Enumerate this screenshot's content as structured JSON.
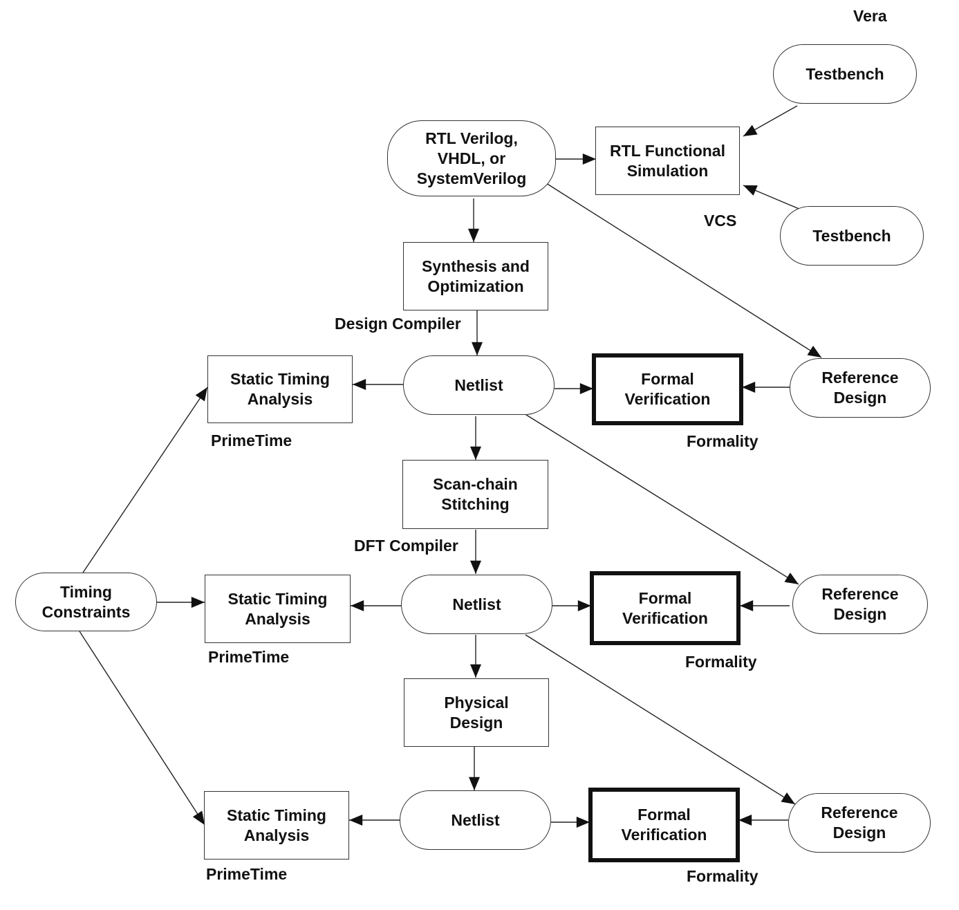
{
  "nodes": {
    "testbench_top": "Testbench",
    "testbench_bottom": "Testbench",
    "rtl_source": "RTL Verilog,\nVHDL, or\nSystemVerilog",
    "rtl_sim": "RTL Functional\nSimulation",
    "synthesis": "Synthesis and\nOptimization",
    "netlist1": "Netlist",
    "netlist2": "Netlist",
    "netlist3": "Netlist",
    "sta1": "Static Timing\nAnalysis",
    "sta2": "Static Timing\nAnalysis",
    "sta3": "Static Timing\nAnalysis",
    "fv1": "Formal\nVerification",
    "fv2": "Formal\nVerification",
    "fv3": "Formal\nVerification",
    "ref1": "Reference\nDesign",
    "ref2": "Reference\nDesign",
    "ref3": "Reference\nDesign",
    "scan": "Scan-chain\nStitching",
    "physical": "Physical\nDesign",
    "timing": "Timing\nConstraints"
  },
  "tools": {
    "vera": "Vera",
    "vcs": "VCS",
    "design_compiler": "Design Compiler",
    "dft_compiler": "DFT Compiler",
    "primetime1": "PrimeTime",
    "primetime2": "PrimeTime",
    "primetime3": "PrimeTime",
    "formality1": "Formality",
    "formality2": "Formality",
    "formality3": "Formality"
  }
}
